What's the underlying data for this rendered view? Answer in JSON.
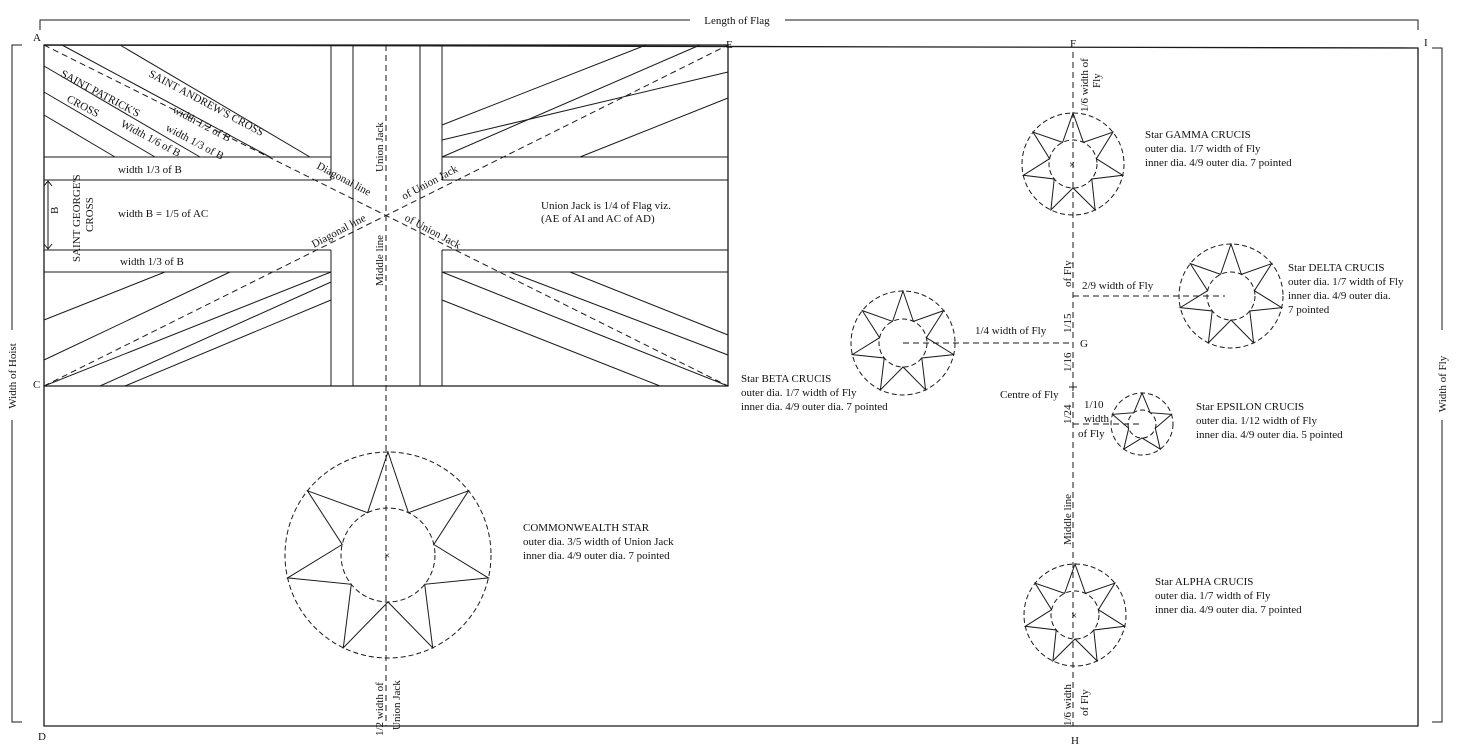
{
  "points": {
    "A": "A",
    "C": "C",
    "D": "D",
    "E": "E",
    "F": "F",
    "G": "G",
    "H": "H",
    "I": "I"
  },
  "dimensions": {
    "length_of_flag": "Length of Flag",
    "width_of_hoist": "Width of Hoist",
    "width_of_fly": "Width of Fly"
  },
  "union_jack": {
    "saint_andrews": "SAINT ANDREW'S CROSS",
    "width_half_b": "width 1/2 of B",
    "width_third_b_diag": "width 1/3 of B",
    "saint_patricks_1": "SAINT PATRICK'S",
    "saint_patricks_2": "CROSS",
    "width_sixth_b": "Width 1/6 of B",
    "width_third_b_top": "width 1/3 of B",
    "width_third_b_bottom": "width 1/3 of B",
    "b_label": "B",
    "saint_georges_1": "SAINT GEORGE'S",
    "saint_georges_2": "CROSS",
    "width_b": "width B = 1/5 of AC",
    "union_jack_label": "Union Jack",
    "middle_line": "Middle line",
    "diagonal_line_1": "Diagonal line",
    "diagonal_line_2": "Diagonal line",
    "of_union_jack_1": "of Union Jack",
    "of_union_jack_2": "of Union Jack",
    "note_1": "Union Jack is 1/4 of Flag viz.",
    "note_2": "(AE of AI and AC of AD)"
  },
  "commonwealth_star": {
    "title": "COMMONWEALTH STAR",
    "outer": "outer dia. 3/5 width of Union Jack",
    "inner": "inner dia. 4/9 outer dia. 7 pointed",
    "half_width_1": "1/2 width of",
    "half_width_2": "Union Jack"
  },
  "stars": {
    "gamma": {
      "title": "Star GAMMA CRUCIS",
      "outer": "outer dia. 1/7 width of Fly",
      "inner": "inner dia. 4/9 outer dia. 7 pointed"
    },
    "delta": {
      "title": "Star DELTA CRUCIS",
      "outer": "outer dia. 1/7 width of Fly",
      "inner": "inner dia. 4/9 outer dia.",
      "points": "7 pointed"
    },
    "beta": {
      "title": "Star BETA CRUCIS",
      "outer": "outer dia. 1/7 width of Fly",
      "inner": "inner dia. 4/9 outer dia. 7 pointed"
    },
    "epsilon": {
      "title": "Star EPSILON CRUCIS",
      "outer": "outer dia. 1/12 width of Fly",
      "inner": "inner dia. 4/9 outer dia. 5 pointed"
    },
    "alpha": {
      "title": "Star ALPHA CRUCIS",
      "outer": "outer dia. 1/7 width of Fly",
      "inner": "inner dia. 4/9 outer dia. 7 pointed"
    }
  },
  "fly_measures": {
    "sixth_top_1": "1/6 width of",
    "sixth_top_2": "Fly",
    "of_fly_upper": "of Fly",
    "two_ninths": "2/9 width of Fly",
    "fifteenth": "1/15",
    "quarter": "1/4 width of Fly",
    "sixteenth": "1/16",
    "centre_of_fly": "Centre of Fly",
    "tenth": "1/10",
    "width_word": "width",
    "of_fly_lower": "of Fly",
    "twenty_fourth": "1/24",
    "middle_line": "Middle line",
    "sixth_bottom_1": "1/6 width",
    "sixth_bottom_2": "of Fly"
  }
}
